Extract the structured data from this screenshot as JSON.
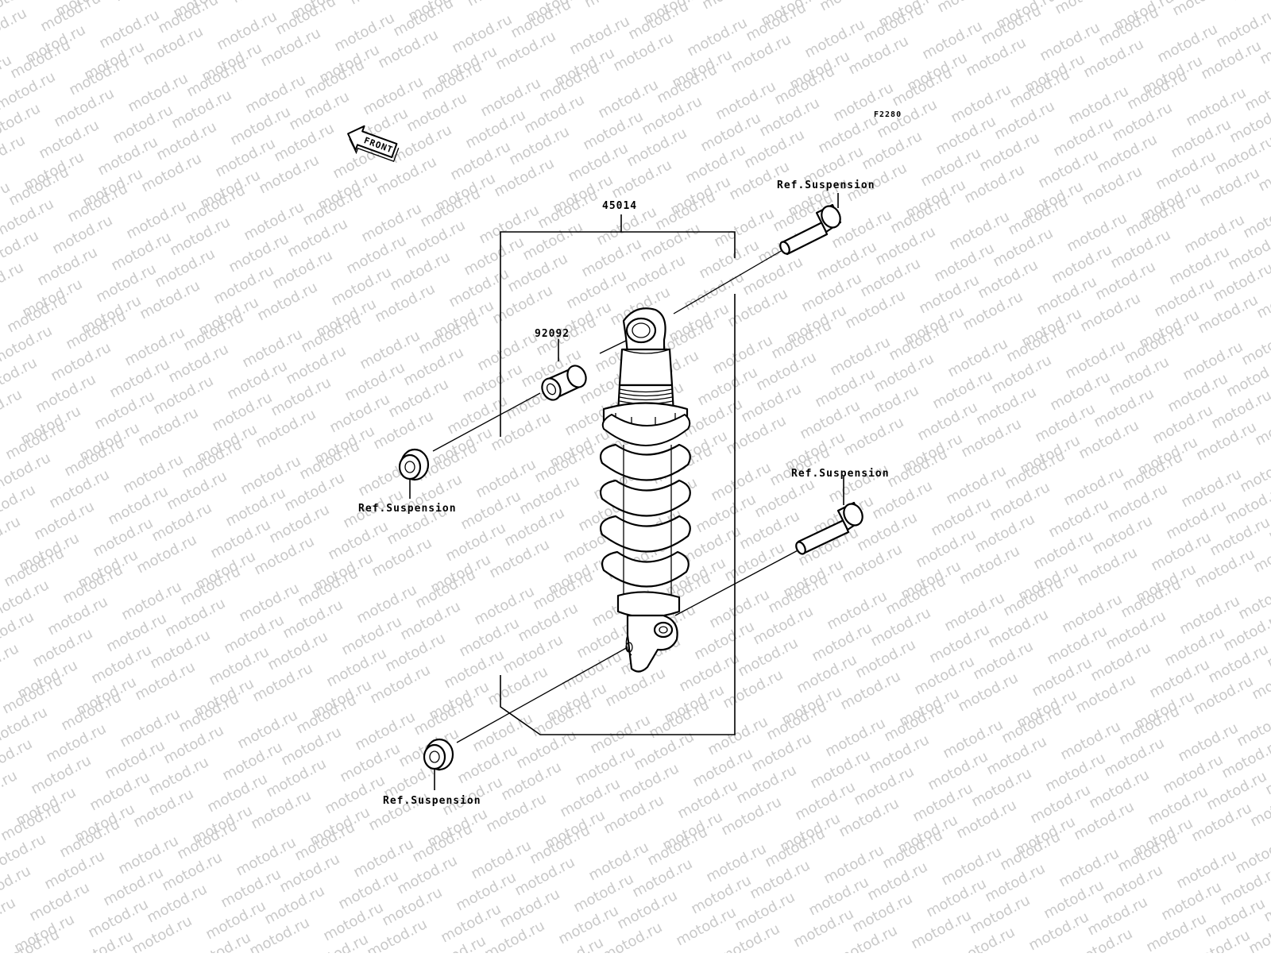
{
  "diagram": {
    "code": "F2280",
    "front_arrow_label": "FRONT",
    "assembly_part_number": "45014",
    "bushing_part_number": "92092",
    "ref_labels": {
      "top_bolt": "Ref.Suspension",
      "lower_bolt": "Ref.Suspension",
      "upper_nut": "Ref.Suspension",
      "lower_nut": "Ref.Suspension"
    },
    "watermark": "motod.ru"
  },
  "colors": {
    "line": "#000000",
    "watermark": "#c9c9c9",
    "background": "#ffffff"
  }
}
